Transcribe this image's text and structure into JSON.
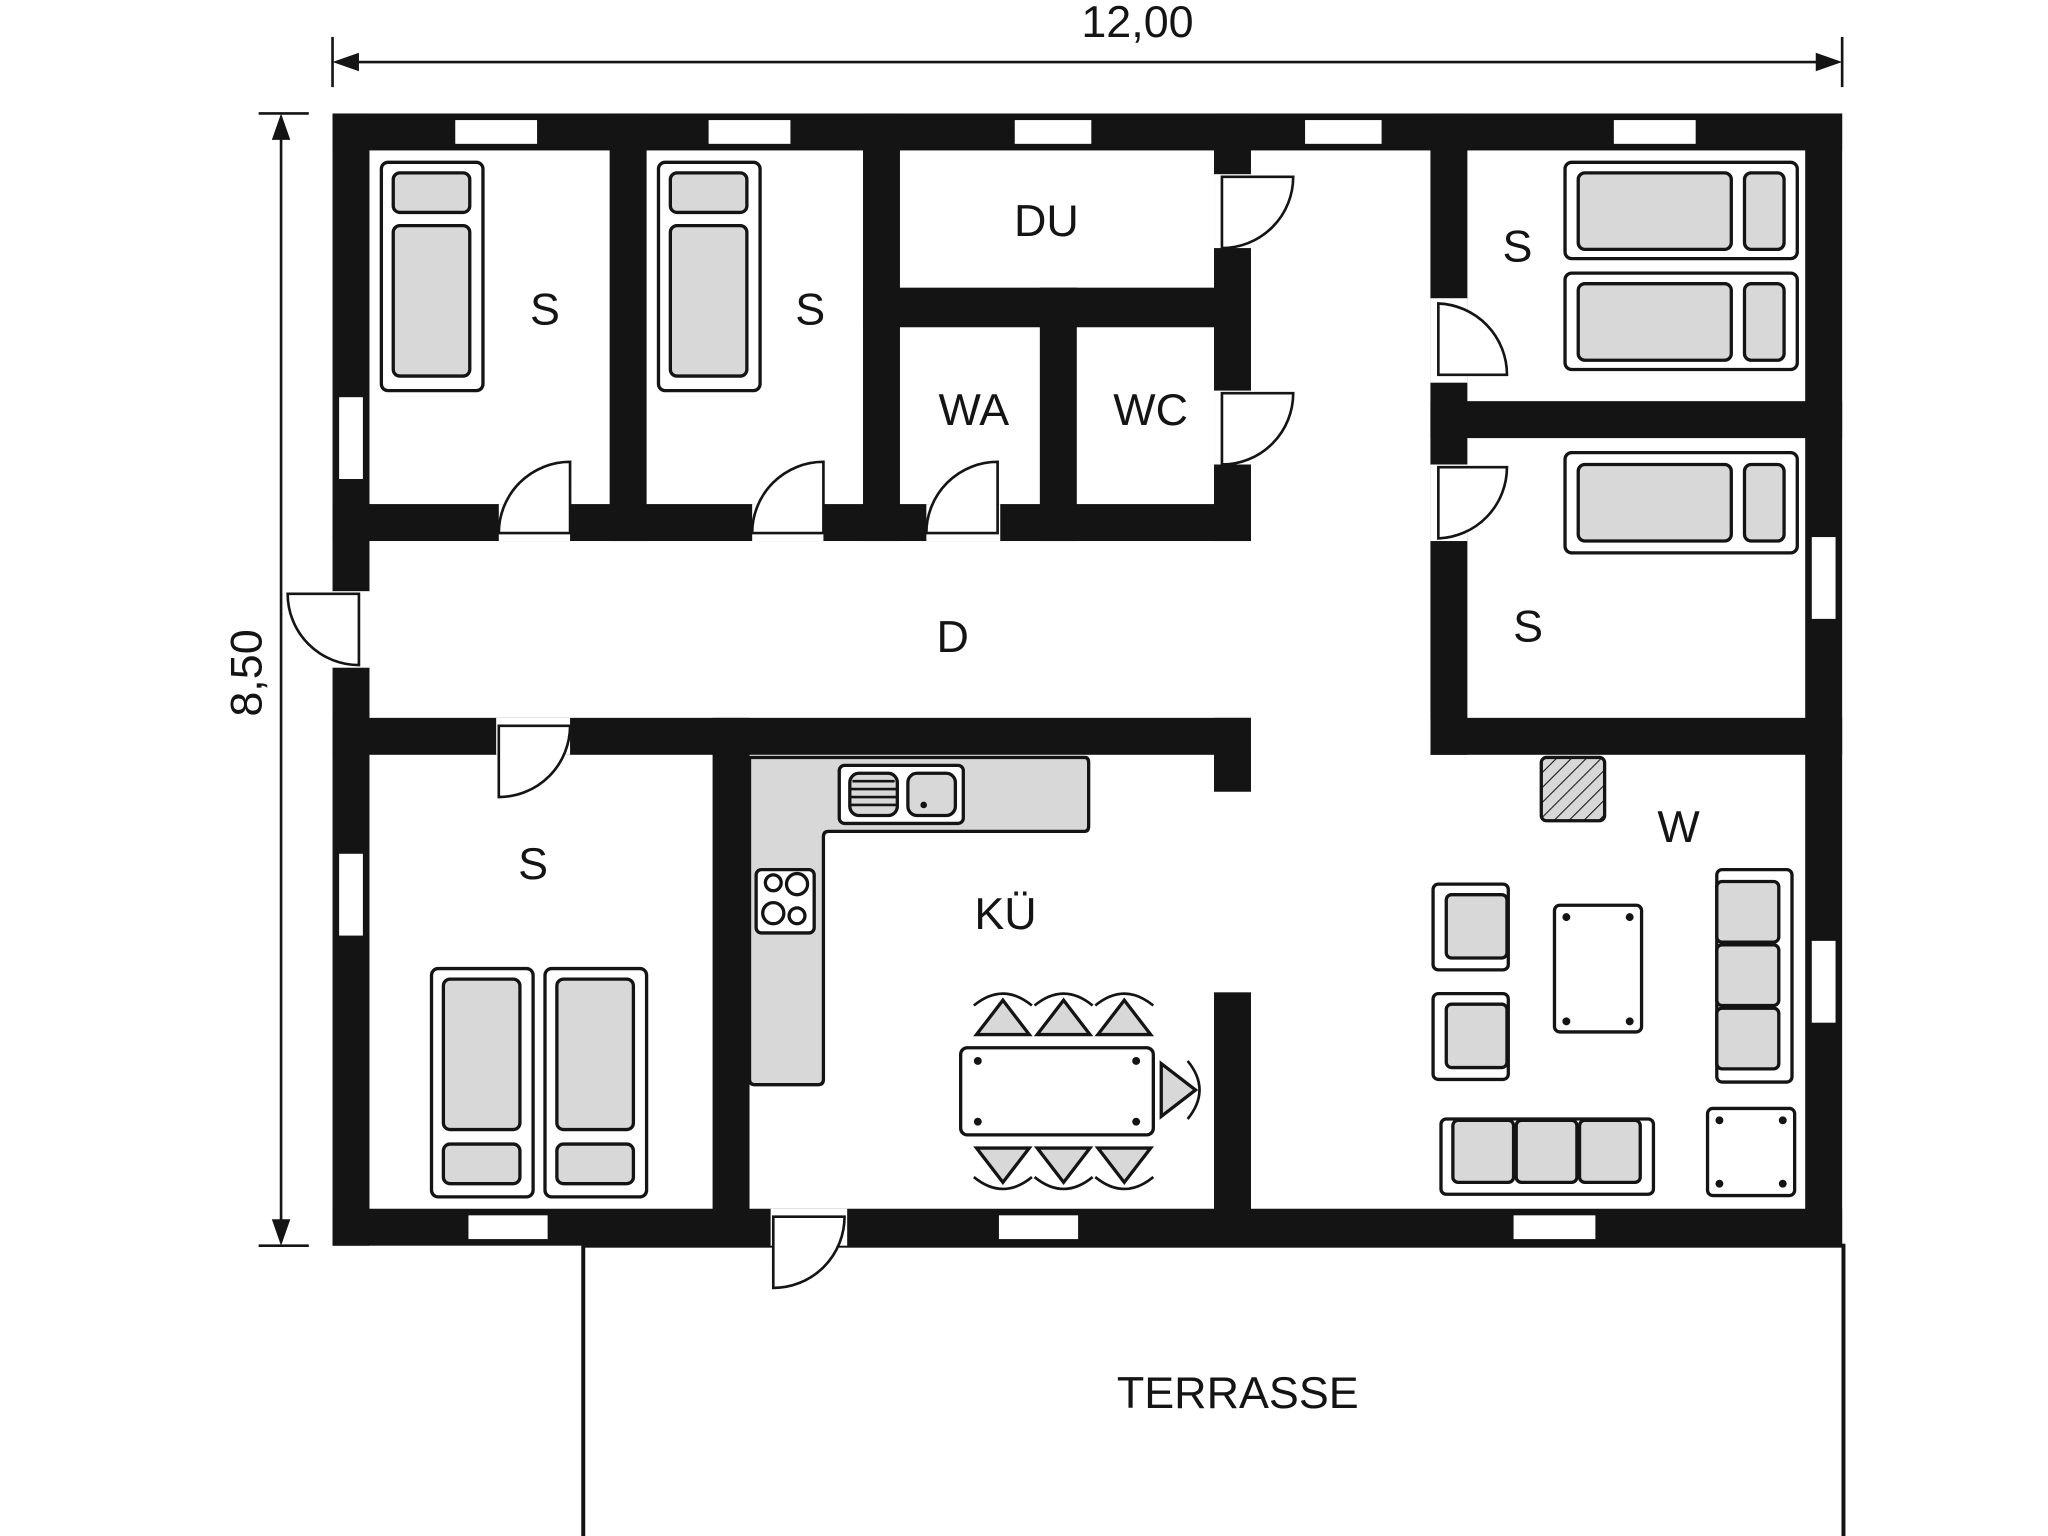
{
  "dimensions": {
    "width_label": "12,00",
    "height_label": "8,50"
  },
  "rooms": [
    {
      "id": "bedroom-1",
      "label": "S"
    },
    {
      "id": "bedroom-2",
      "label": "S"
    },
    {
      "id": "shower",
      "label": "DU"
    },
    {
      "id": "washroom",
      "label": "WA"
    },
    {
      "id": "toilet",
      "label": "WC"
    },
    {
      "id": "bedroom-3",
      "label": "S"
    },
    {
      "id": "bedroom-4",
      "label": "S"
    },
    {
      "id": "hallway",
      "label": "D"
    },
    {
      "id": "bedroom-5",
      "label": "S"
    },
    {
      "id": "kitchen",
      "label": "KÜ"
    },
    {
      "id": "living-room",
      "label": "W"
    },
    {
      "id": "terrace",
      "label": "TERRASSE"
    }
  ],
  "colors": {
    "wall": "#141414",
    "furniture_fill": "#d8d8d8",
    "background": "#ffffff"
  }
}
